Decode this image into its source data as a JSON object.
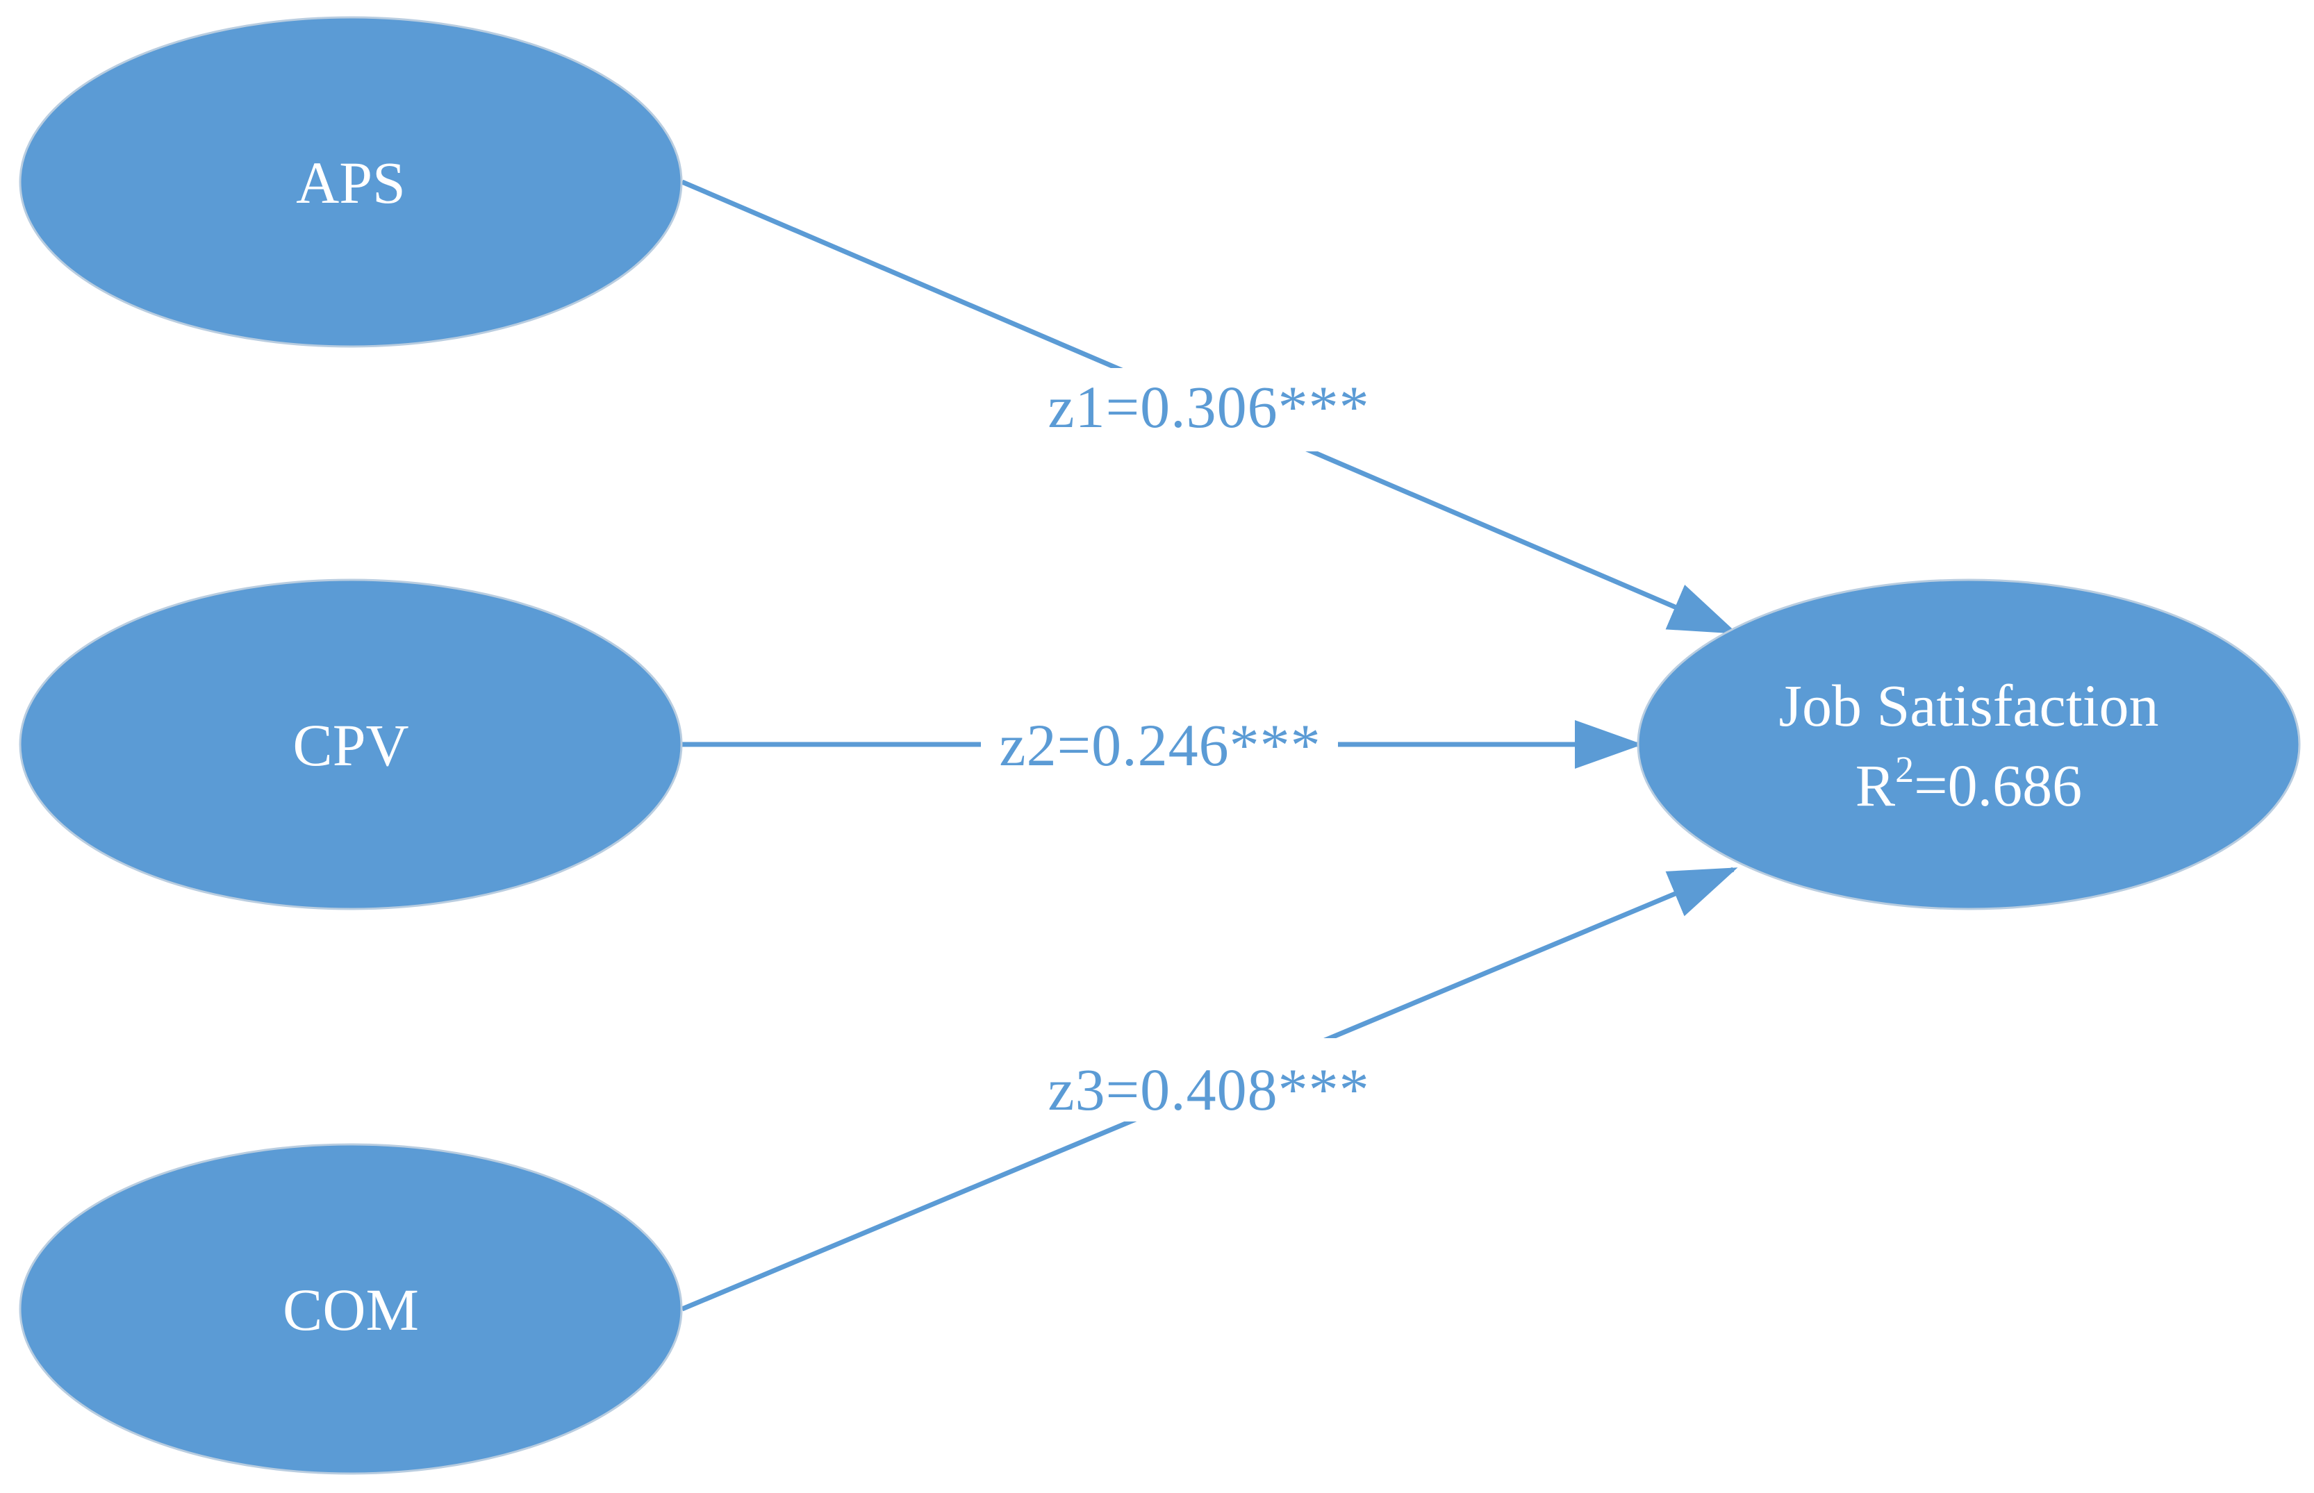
{
  "colors": {
    "node_fill": "#5b9bd5",
    "node_stroke": "#b9cde0",
    "edge": "#5b9bd5",
    "node_text": "#ffffff",
    "edge_text": "#5b9bd5",
    "background": "#ffffff"
  },
  "nodes": {
    "aps": {
      "label": "APS"
    },
    "cpv": {
      "label": "CPV"
    },
    "com": {
      "label": "COM"
    },
    "job_satisfaction": {
      "label": "Job Satisfaction",
      "r2_prefix": "R",
      "r2_superscript": "2",
      "r2_value": "=0.686"
    }
  },
  "edges": [
    {
      "from": "APS",
      "to": "Job Satisfaction",
      "label": "z1=0.306***"
    },
    {
      "from": "CPV",
      "to": "Job Satisfaction",
      "label": "z2=0.246***"
    },
    {
      "from": "COM",
      "to": "Job Satisfaction",
      "label": "z3=0.408***"
    }
  ]
}
